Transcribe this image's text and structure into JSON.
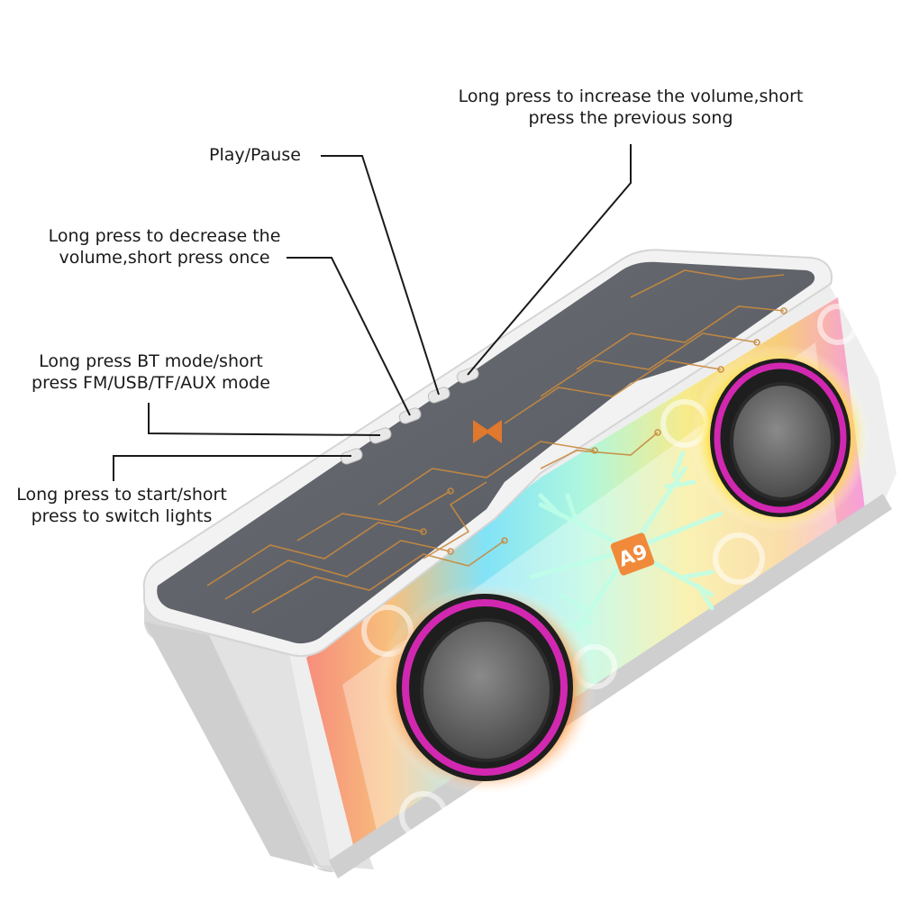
{
  "callouts": {
    "volume_up": "Long press to increase the volume,short\npress the previous song",
    "play_pause": "Play/Pause",
    "volume_down": "Long press to decrease the\nvolume,short press once",
    "mode": "Long press BT mode/short\npress FM/USB/TF/AUX mode",
    "power_lights": "Long press to start/short\npress to switch lights"
  },
  "product": {
    "model_badge": "A9"
  },
  "colors": {
    "body": "#e4e4e4",
    "top_panel": "#5e6168",
    "circuit_trace": "#c98a3e",
    "logo": "#e0782e",
    "leader_line": "#1a1a1a",
    "rgb_magenta": "#ff2bd6",
    "rgb_cyan": "#27e0ff",
    "rgb_yellow": "#ffe23a",
    "rgb_orange": "#ff7a1f",
    "rgb_green": "#6dffb0"
  }
}
